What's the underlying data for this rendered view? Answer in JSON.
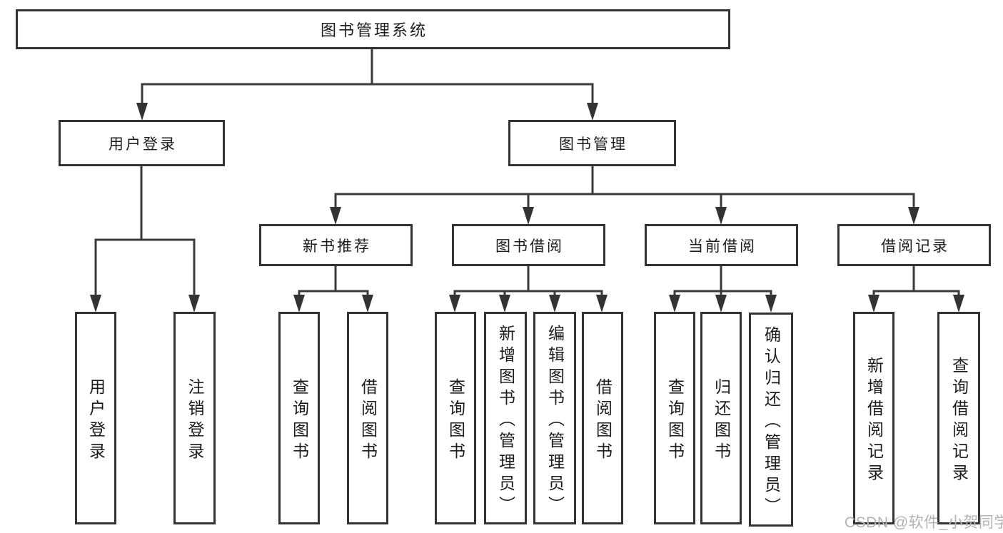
{
  "diagram": {
    "type": "tree",
    "root": {
      "label": "图书管理系统"
    },
    "branches": [
      {
        "label": "用户登录",
        "children": [
          {
            "label": "用户登录"
          },
          {
            "label": "注销登录"
          }
        ]
      },
      {
        "label": "图书管理",
        "children": [
          {
            "label": "新书推荐",
            "children": [
              {
                "label": "查询图书"
              },
              {
                "label": "借阅图书"
              }
            ]
          },
          {
            "label": "图书借阅",
            "children": [
              {
                "label": "查询图书"
              },
              {
                "label": "新增图书（管理员）"
              },
              {
                "label": "编辑图书（管理员）"
              },
              {
                "label": "借阅图书"
              }
            ]
          },
          {
            "label": "当前借阅",
            "children": [
              {
                "label": "查询图书"
              },
              {
                "label": "归还图书"
              },
              {
                "label": "确认归还（管理员）"
              }
            ]
          },
          {
            "label": "借阅记录",
            "children": [
              {
                "label": "新增借阅记录"
              },
              {
                "label": "查询借阅记录"
              }
            ]
          }
        ]
      }
    ]
  },
  "watermark": "CSDN @软件_小贺同学",
  "colors": {
    "line": "#3a3a3a",
    "box_border": "#333333",
    "box_fill": "#ffffff",
    "text": "#1c1c1c",
    "watermark": "#b3b3b3"
  }
}
